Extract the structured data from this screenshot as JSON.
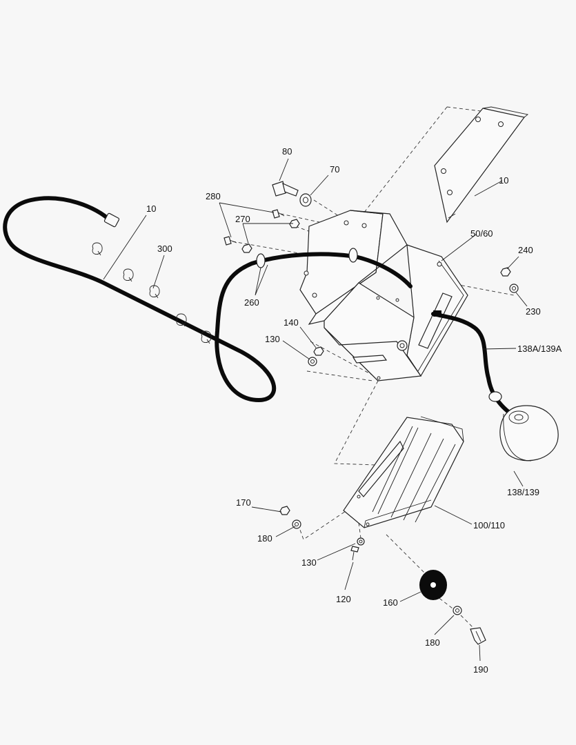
{
  "callouts": {
    "c10_bracket": "10",
    "c10_hose": "10",
    "c80": "80",
    "c70": "70",
    "c280": "280",
    "c270": "270",
    "c300": "300",
    "c50_60": "50/60",
    "c240": "240",
    "c230": "230",
    "c260": "260",
    "c140": "140",
    "c130_top": "130",
    "c138A_139A": "138A/139A",
    "c138_139": "138/139",
    "c170": "170",
    "c180_left": "180",
    "c100_110": "100/110",
    "c130_bottom": "130",
    "c120": "120",
    "c160": "160",
    "c180_bottom": "180",
    "c190": "190"
  }
}
